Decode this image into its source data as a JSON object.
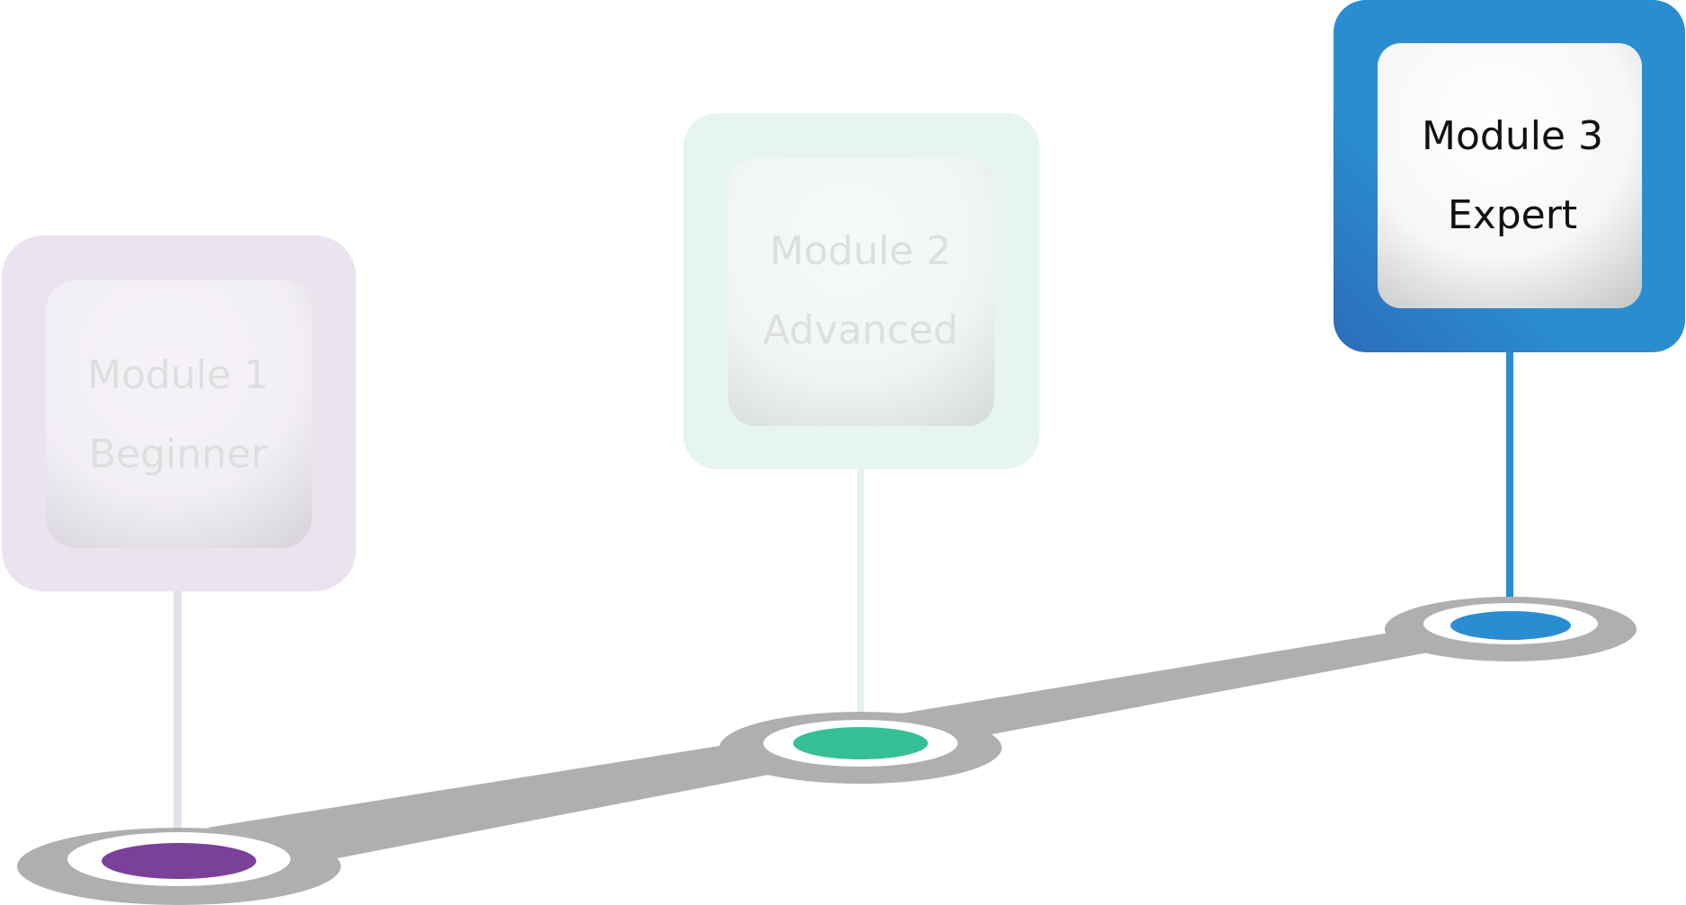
{
  "colors": {
    "track": "#afafaf",
    "module1": "#7a409a",
    "module2": "#35bf94",
    "module3": "#2a8dd0",
    "module3_dark": "#2c6cb9",
    "label_active": "#111111",
    "label_faded": "#dedede"
  },
  "modules": [
    {
      "title": "Module 1",
      "level": "Beginner",
      "state": "faded"
    },
    {
      "title": "Module 2",
      "level": "Advanced",
      "state": "faded"
    },
    {
      "title": "Module 3",
      "level": "Expert",
      "state": "active"
    }
  ]
}
